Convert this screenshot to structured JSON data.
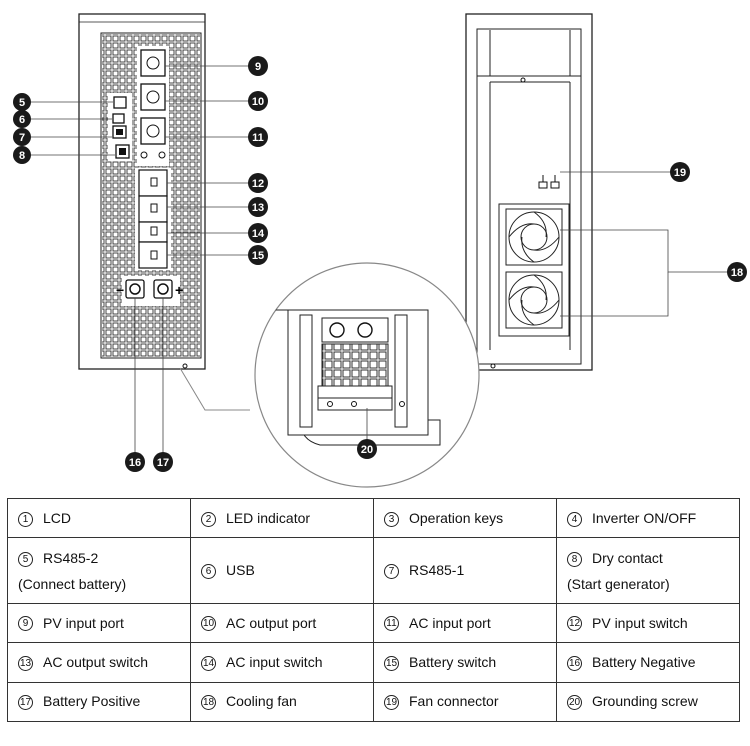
{
  "callouts": [
    "5",
    "6",
    "7",
    "8",
    "9",
    "10",
    "11",
    "12",
    "13",
    "14",
    "15",
    "16",
    "17",
    "18",
    "19",
    "20"
  ],
  "legend": [
    [
      {
        "num": "1",
        "text": "LCD"
      },
      {
        "num": "2",
        "text": "LED indicator"
      },
      {
        "num": "3",
        "text": "Operation keys"
      },
      {
        "num": "4",
        "text": "Inverter ON/OFF"
      }
    ],
    [
      {
        "num": "5",
        "text": "RS485-2",
        "text2": "(Connect battery)"
      },
      {
        "num": "6",
        "text": "USB"
      },
      {
        "num": "7",
        "text": "RS485-1"
      },
      {
        "num": "8",
        "text": "Dry contact",
        "text2": "(Start generator)"
      }
    ],
    [
      {
        "num": "9",
        "text": "PV input port"
      },
      {
        "num": "10",
        "text": "AC output port"
      },
      {
        "num": "11",
        "text": "AC input port"
      },
      {
        "num": "12",
        "text": "PV input switch"
      }
    ],
    [
      {
        "num": "13",
        "text": "AC output switch"
      },
      {
        "num": "14",
        "text": "AC input switch"
      },
      {
        "num": "15",
        "text": "Battery switch"
      },
      {
        "num": "16",
        "text": "Battery Negative"
      }
    ],
    [
      {
        "num": "17",
        "text": "Battery Positive"
      },
      {
        "num": "18",
        "text": "Cooling fan"
      },
      {
        "num": "19",
        "text": "Fan connector"
      },
      {
        "num": "20",
        "text": "Grounding screw"
      }
    ]
  ],
  "terminal_signs": {
    "negative": "−",
    "positive": "+"
  }
}
